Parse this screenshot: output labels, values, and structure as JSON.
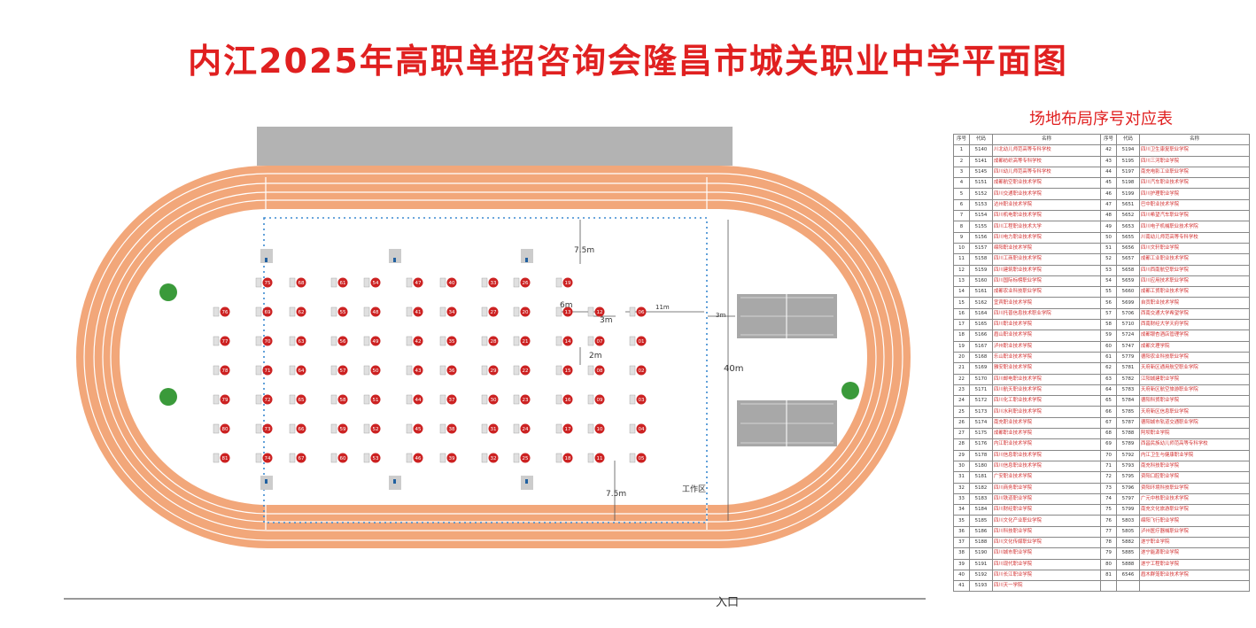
{
  "title": "内江2025年高职单招咨询会隆昌市城关职业中学平面图",
  "labels": {
    "dim_7_5m_top": "7.5m",
    "dim_6m": "6m",
    "dim_3m_a": "3m",
    "dim_11m": "11m",
    "dim_3m_b": "3m",
    "dim_2m": "2m",
    "dim_40m": "40m",
    "dim_7_5m_bottom": "7.5m",
    "work_area": "工作区",
    "entrance": "入口"
  },
  "colors": {
    "title_red": "#e02020",
    "track_orange": "#f2a77a",
    "booth_red": "#cc2222",
    "court_gray": "#a8a8a8",
    "tree_green": "#3a9a3a",
    "dotted_blue": "#3c8ad0"
  },
  "booth_columns": [
    [
      "76",
      "77",
      "78",
      "79",
      "80",
      "81"
    ],
    [
      "75",
      "69",
      "70",
      "71",
      "72",
      "73",
      "74"
    ],
    [
      "68",
      "62",
      "63",
      "64",
      "65",
      "66",
      "67"
    ],
    [
      "61",
      "55",
      "56",
      "57",
      "58",
      "59",
      "60"
    ],
    [
      "54",
      "48",
      "49",
      "50",
      "51",
      "52",
      "53"
    ],
    [
      "47",
      "41",
      "42",
      "43",
      "44",
      "45",
      "46"
    ],
    [
      "40",
      "34",
      "35",
      "36",
      "37",
      "38",
      "39"
    ],
    [
      "33",
      "27",
      "28",
      "29",
      "30",
      "31",
      "32"
    ],
    [
      "26",
      "20",
      "21",
      "22",
      "23",
      "24",
      "25"
    ],
    [
      "19",
      "13",
      "14",
      "15",
      "16",
      "17",
      "18"
    ],
    [
      "12",
      "07",
      "08",
      "09",
      "10",
      "11"
    ],
    [
      "06",
      "01",
      "02",
      "03",
      "04",
      "05"
    ]
  ],
  "table": {
    "title": "场地布局序号对应表",
    "headers": [
      "序号",
      "代码",
      "名称",
      "序号",
      "代码",
      "名称"
    ],
    "rows": [
      {
        "n1": "1",
        "c1": "5140",
        "m1": "川北幼儿师范高等专科学校",
        "n2": "42",
        "c2": "5194",
        "m2": "四川卫生康复职业学院"
      },
      {
        "n1": "2",
        "c1": "5141",
        "m1": "成都纺织高等专科学校",
        "n2": "43",
        "c2": "5195",
        "m2": "四川三河职业学院"
      },
      {
        "n1": "3",
        "c1": "5145",
        "m1": "四川幼儿师范高等专科学校",
        "n2": "44",
        "c2": "5197",
        "m2": "南充电影工业职业学院"
      },
      {
        "n1": "4",
        "c1": "5151",
        "m1": "成都航空职业技术学院",
        "n2": "45",
        "c2": "5198",
        "m2": "四川汽车职业技术学院"
      },
      {
        "n1": "5",
        "c1": "5152",
        "m1": "四川交通职业技术学院",
        "n2": "46",
        "c2": "5199",
        "m2": "四川护理职业学院"
      },
      {
        "n1": "6",
        "c1": "5153",
        "m1": "达州职业技术学院",
        "n2": "47",
        "c2": "5651",
        "m2": "巴中职业技术学院"
      },
      {
        "n1": "7",
        "c1": "5154",
        "m1": "四川机电职业技术学院",
        "n2": "48",
        "c2": "5652",
        "m2": "四川希望汽车职业学院"
      },
      {
        "n1": "8",
        "c1": "5155",
        "m1": "四川工程职业技术大学",
        "n2": "49",
        "c2": "5653",
        "m2": "四川电子机械职业技术学院"
      },
      {
        "n1": "9",
        "c1": "5156",
        "m1": "四川电力职业技术学院",
        "n2": "50",
        "c2": "5655",
        "m2": "川南幼儿师范高等专科学校"
      },
      {
        "n1": "10",
        "c1": "5157",
        "m1": "绵阳职业技术学院",
        "n2": "51",
        "c2": "5656",
        "m2": "四川文轩职业学院"
      },
      {
        "n1": "11",
        "c1": "5158",
        "m1": "四川工商职业技术学院",
        "n2": "52",
        "c2": "5657",
        "m2": "成都工业职业技术学院"
      },
      {
        "n1": "12",
        "c1": "5159",
        "m1": "四川建筑职业技术学院",
        "n2": "53",
        "c2": "5658",
        "m2": "四川西南航空职业学院"
      },
      {
        "n1": "13",
        "c1": "5160",
        "m1": "四川国际标榜职业学院",
        "n2": "54",
        "c2": "5659",
        "m2": "四川应用技术职业学院"
      },
      {
        "n1": "14",
        "c1": "5161",
        "m1": "成都农业科技职业学院",
        "n2": "55",
        "c2": "5660",
        "m2": "成都工贸职业技术学院"
      },
      {
        "n1": "15",
        "c1": "5162",
        "m1": "宜宾职业技术学院",
        "n2": "56",
        "c2": "5699",
        "m2": "自贡职业技术学院"
      },
      {
        "n1": "16",
        "c1": "5164",
        "m1": "四川托普信息技术职业学院",
        "n2": "57",
        "c2": "5706",
        "m2": "西南交通大学希望学院"
      },
      {
        "n1": "17",
        "c1": "5165",
        "m1": "四川职业技术学院",
        "n2": "58",
        "c2": "5710",
        "m2": "西南财经大学天府学院"
      },
      {
        "n1": "18",
        "c1": "5166",
        "m1": "眉山职业技术学院",
        "n2": "59",
        "c2": "5724",
        "m2": "成都银杏酒店管理学院"
      },
      {
        "n1": "19",
        "c1": "5167",
        "m1": "泸州职业技术学院",
        "n2": "60",
        "c2": "5747",
        "m2": "成都文理学院"
      },
      {
        "n1": "20",
        "c1": "5168",
        "m1": "乐山职业技术学院",
        "n2": "61",
        "c2": "5779",
        "m2": "德阳农业科技职业学院"
      },
      {
        "n1": "21",
        "c1": "5169",
        "m1": "雅安职业技术学院",
        "n2": "62",
        "c2": "5781",
        "m2": "天府新区通用航空职业学院"
      },
      {
        "n1": "22",
        "c1": "5170",
        "m1": "四川邮电职业技术学院",
        "n2": "63",
        "c2": "5782",
        "m2": "江阳城建职业学院"
      },
      {
        "n1": "23",
        "c1": "5171",
        "m1": "四川航天职业技术学院",
        "n2": "64",
        "c2": "5783",
        "m2": "天府新区航空旅游职业学院"
      },
      {
        "n1": "24",
        "c1": "5172",
        "m1": "四川化工职业技术学院",
        "n2": "65",
        "c2": "5784",
        "m2": "德阳科贸职业学院"
      },
      {
        "n1": "25",
        "c1": "5173",
        "m1": "四川水利职业技术学院",
        "n2": "66",
        "c2": "5785",
        "m2": "天府新区信息职业学院"
      },
      {
        "n1": "26",
        "c1": "5174",
        "m1": "南充职业技术学院",
        "n2": "67",
        "c2": "5787",
        "m2": "德阳城市轨道交通职业学院"
      },
      {
        "n1": "27",
        "c1": "5175",
        "m1": "成都职业技术学院",
        "n2": "68",
        "c2": "5788",
        "m2": "阿坝职业学院"
      },
      {
        "n1": "28",
        "c1": "5176",
        "m1": "内江职业技术学院",
        "n2": "69",
        "c2": "5789",
        "m2": "西昌民族幼儿师范高等专科学校"
      },
      {
        "n1": "29",
        "c1": "5178",
        "m1": "四川信息职业技术学院",
        "n2": "70",
        "c2": "5792",
        "m2": "内江卫生与健康职业学院"
      },
      {
        "n1": "30",
        "c1": "5180",
        "m1": "四川信息职业技术学院",
        "n2": "71",
        "c2": "5793",
        "m2": "南充科技职业学院"
      },
      {
        "n1": "31",
        "c1": "5181",
        "m1": "广安职业技术学院",
        "n2": "72",
        "c2": "5795",
        "m2": "资阳口腔职业学院"
      },
      {
        "n1": "32",
        "c1": "5182",
        "m1": "四川商务职业学院",
        "n2": "73",
        "c2": "5796",
        "m2": "资阳环境科技职业学院"
      },
      {
        "n1": "33",
        "c1": "5183",
        "m1": "四川铁道职业学院",
        "n2": "74",
        "c2": "5797",
        "m2": "广元中核职业技术学院"
      },
      {
        "n1": "34",
        "c1": "5184",
        "m1": "四川财经职业学院",
        "n2": "75",
        "c2": "5799",
        "m2": "南充文化旅游职业学院"
      },
      {
        "n1": "35",
        "c1": "5185",
        "m1": "四川文化产业职业学院",
        "n2": "76",
        "c2": "5803",
        "m2": "绵阳飞行职业学院"
      },
      {
        "n1": "36",
        "c1": "5186",
        "m1": "四川科技职业学院",
        "n2": "77",
        "c2": "5805",
        "m2": "泸州医疗器械职业学院"
      },
      {
        "n1": "37",
        "c1": "5188",
        "m1": "四川文化传媒职业学院",
        "n2": "78",
        "c2": "5882",
        "m2": "遂宁职业学院"
      },
      {
        "n1": "38",
        "c1": "5190",
        "m1": "四川城市职业学院",
        "n2": "79",
        "c2": "5885",
        "m2": "遂宁能源职业学院"
      },
      {
        "n1": "39",
        "c1": "5191",
        "m1": "四川现代职业学院",
        "n2": "80",
        "c2": "5888",
        "m2": "遂宁工程职业学院"
      },
      {
        "n1": "40",
        "c1": "5192",
        "m1": "四川长江职业学院",
        "n2": "81",
        "c2": "6546",
        "m2": "眉木群笼职业技术学院"
      },
      {
        "n1": "41",
        "c1": "5193",
        "m1": "四川天一学院",
        "n2": "",
        "c2": "",
        "m2": ""
      }
    ]
  }
}
